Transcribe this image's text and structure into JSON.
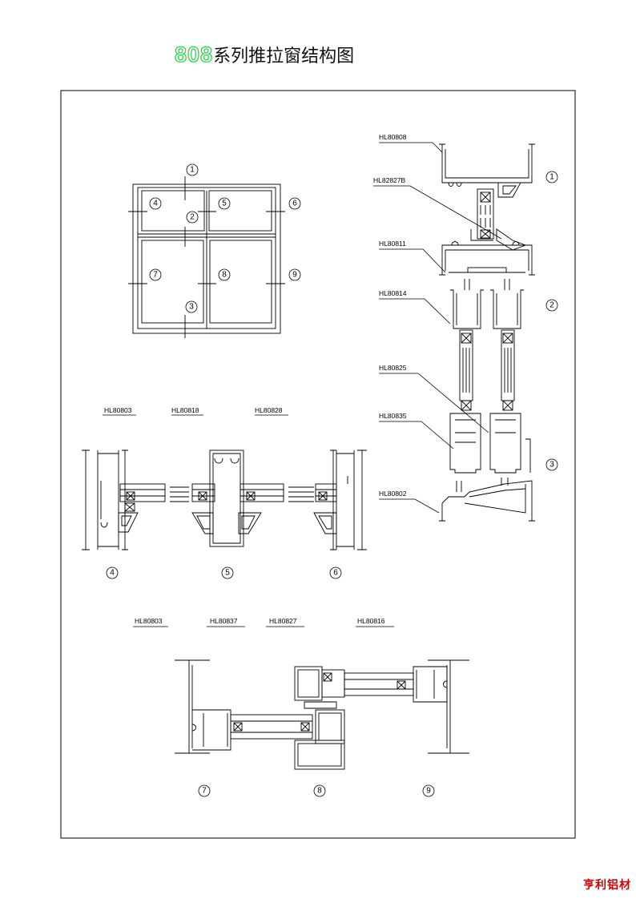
{
  "title": {
    "number": "808",
    "text": "系列推拉窗结构图"
  },
  "brand": "亨利铝材",
  "elevation": {
    "markers": [
      "1",
      "2",
      "3",
      "4",
      "5",
      "6",
      "7",
      "8",
      "9"
    ]
  },
  "vertical_section": {
    "labels": [
      "HL80808",
      "HL82827B",
      "HL80811",
      "HL80814",
      "HL80825",
      "HL80835",
      "HL80802"
    ],
    "markers": [
      "1",
      "2",
      "3"
    ]
  },
  "section_row1": {
    "labels": [
      "HL80803",
      "HL80818",
      "HL80828"
    ],
    "markers": [
      "4",
      "5",
      "6"
    ]
  },
  "section_row2": {
    "labels": [
      "HL80803",
      "HL80837",
      "HL80827",
      "HL80816"
    ],
    "markers": [
      "7",
      "8",
      "9"
    ]
  },
  "colors": {
    "title_accent": "#2bd54c",
    "brand": "#cc0000",
    "line": "#000000"
  }
}
